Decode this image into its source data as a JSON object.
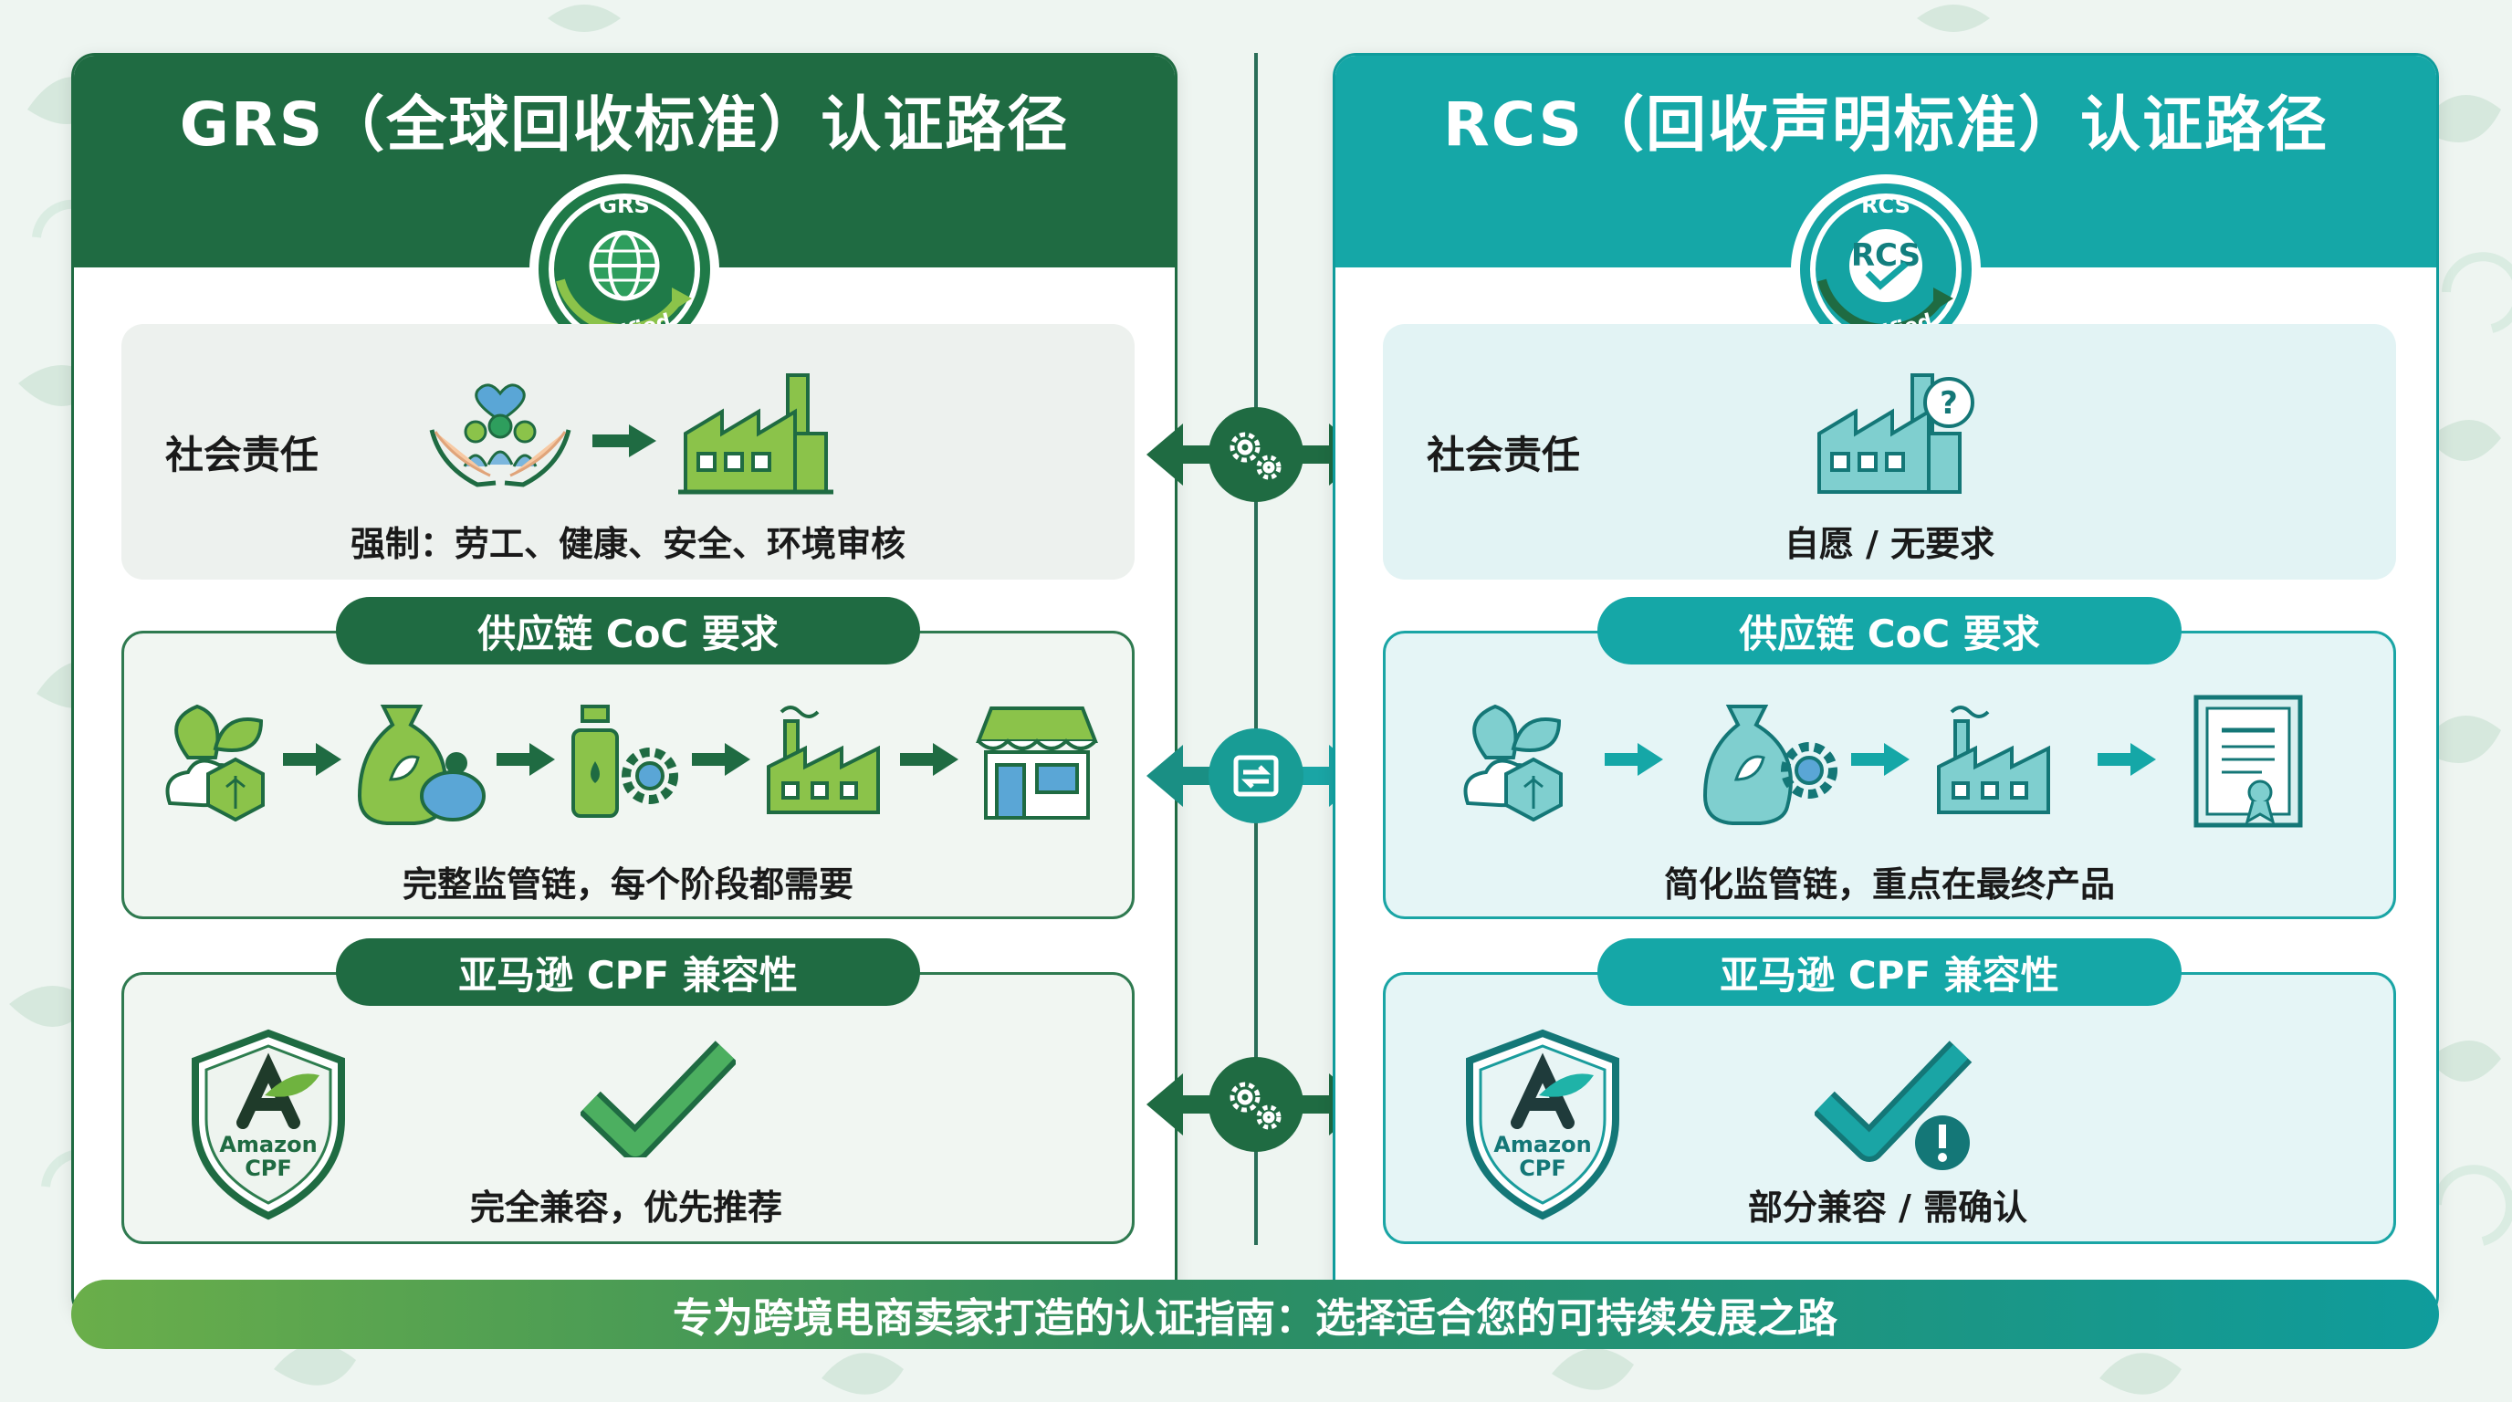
{
  "grs": {
    "title": "GRS（全球回收标准）认证路径",
    "badge_top": "GRS",
    "badge_bottom": "Certified",
    "social_label": "社会责任",
    "social_caption": "强制：劳工、健康、安全、环境审核",
    "coc_title": "供应链 CoC 要求",
    "coc_caption": "完整监管链，每个阶段都需要",
    "amazon_title": "亚马逊 CPF 兼容性",
    "amazon_shield_line1": "Amazon",
    "amazon_shield_line2": "CPF",
    "amazon_caption": "完全兼容，优先推荐"
  },
  "rcs": {
    "title": "RCS（回收声明标准）认证路径",
    "badge_top": "RCS",
    "badge_center": "RCS",
    "badge_bottom": "Certified",
    "social_label": "社会责任",
    "social_caption": "自愿 / 无要求",
    "coc_title": "供应链 CoC 要求",
    "coc_caption": "简化监管链，重点在最终产品",
    "amazon_title": "亚马逊 CPF 兼容性",
    "amazon_shield_line1": "Amazon",
    "amazon_shield_line2": "CPF",
    "amazon_caption": "部分兼容 / 需确认"
  },
  "footer": "专为跨境电商卖家打造的认证指南：选择适合您的可持续发展之路",
  "colors": {
    "grs_primary": "#1f6b42",
    "rcs_primary": "#15a7a7",
    "grs_light": "#edf1ee",
    "rcs_light": "#e2f3f4"
  },
  "icons": [
    "globe-icon",
    "hands-heart-icon",
    "factory-icon",
    "factory-question-icon",
    "leaf-cube-icon",
    "money-bag-gear-icon",
    "bottle-gear-icon",
    "store-icon",
    "certificate-icon",
    "shield-icon",
    "checkmark-icon",
    "gear-icon",
    "refresh-icon"
  ]
}
